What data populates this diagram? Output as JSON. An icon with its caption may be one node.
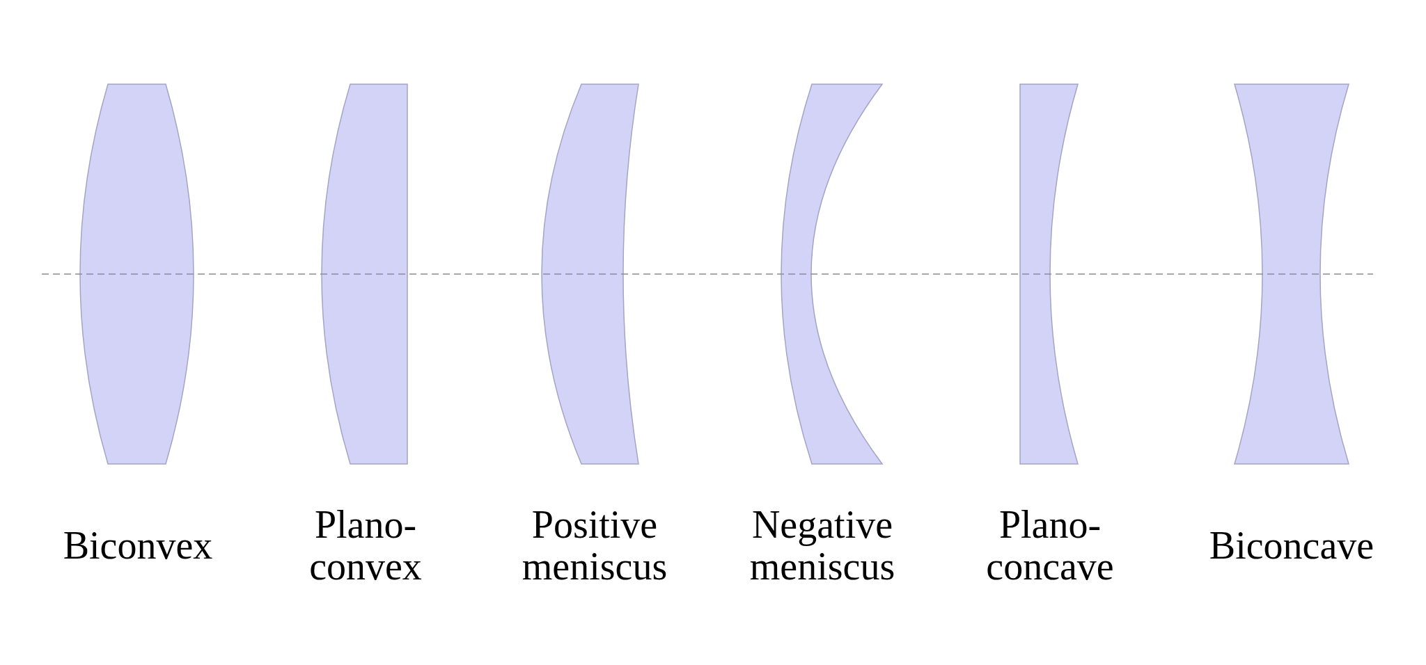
{
  "diagram": {
    "labels": [
      "Biconvex",
      "Plano-convex",
      "Positive meniscus",
      "Negative meniscus",
      "Plano-concave",
      "Biconcave"
    ]
  }
}
